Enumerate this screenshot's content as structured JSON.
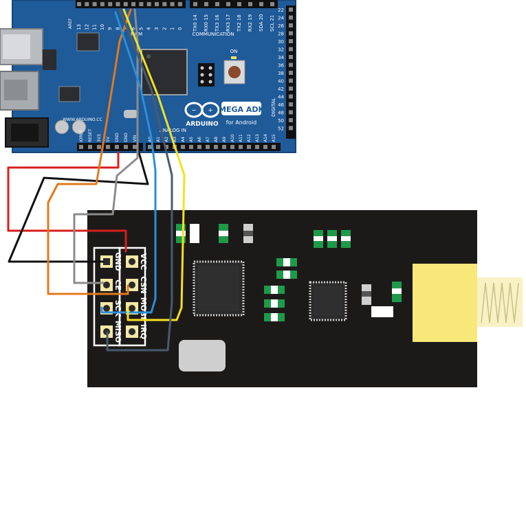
{
  "arduino": {
    "brand": "ARDUINO",
    "model": "MEGA ADK",
    "subtitle": "for Android",
    "website": "WWW.ARDUINO.CC",
    "communication_label": "COMMUNICATION",
    "digital_label": "DIGITAL",
    "analog_label": "ANALOG IN",
    "pwm_label": "PWM",
    "aref_label": "AREF",
    "on_label": "ON",
    "top_header_pins": [
      "13",
      "12",
      "11",
      "10",
      "9",
      "8",
      "7",
      "6",
      "5",
      "4",
      "3",
      "2",
      "1",
      "0"
    ],
    "comm_pins": [
      "TX0 14",
      "RX0 15",
      "TX3 16",
      "RX3 17",
      "TX2 18",
      "RX2 19",
      "SDA 20",
      "SCL 21"
    ],
    "right_header_pins": [
      "22",
      "24",
      "26",
      "28",
      "30",
      "32",
      "34",
      "36",
      "38",
      "40",
      "42",
      "44",
      "46",
      "48",
      "50",
      "52"
    ],
    "power_pins": [
      "IOREF",
      "RESET",
      "3V3",
      "5V",
      "GND",
      "GND",
      "VIN"
    ],
    "analog_pins": [
      "A0",
      "A1",
      "A2",
      "A3",
      "A4",
      "A5",
      "A6",
      "A7",
      "A8",
      "A9",
      "A10",
      "A11",
      "A12",
      "A13",
      "A14",
      "A15"
    ]
  },
  "module": {
    "pins": [
      {
        "label": "GND",
        "pad": "square"
      },
      {
        "label": "VCC",
        "pad": "round"
      },
      {
        "label": "CE",
        "pad": "round"
      },
      {
        "label": "CSN",
        "pad": "round"
      },
      {
        "label": "SCK",
        "pad": "round"
      },
      {
        "label": "MOSI",
        "pad": "round"
      },
      {
        "label": "MISO",
        "pad": "round"
      },
      {
        "label": "IRQ",
        "pad": "round"
      }
    ]
  },
  "wires": [
    {
      "name": "vcc-wire",
      "color": "#d81e1e"
    },
    {
      "name": "gnd-wire",
      "color": "#111111"
    },
    {
      "name": "ce-wire",
      "color": "#e07a1e"
    },
    {
      "name": "csn-wire",
      "color": "#8c8c8c"
    },
    {
      "name": "sck-wire",
      "color": "#2a8fd8"
    },
    {
      "name": "mosi-wire",
      "color": "#f5e020"
    },
    {
      "name": "miso-wire",
      "color": "#4a5a6e"
    }
  ],
  "colors": {
    "board_blue": "#1f5a99",
    "module_black": "#1c1a19",
    "antenna_yellow": "#f8e87a"
  }
}
